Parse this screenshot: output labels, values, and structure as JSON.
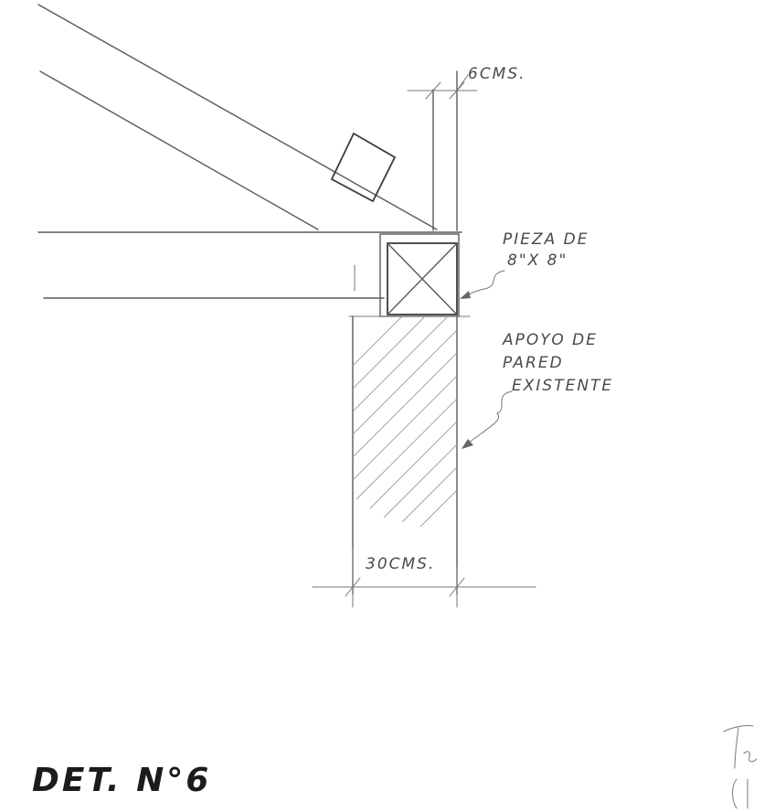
{
  "labels": {
    "dim_top": "6CMS.",
    "piece_line1": "PIEZA DE",
    "piece_line2": "8\"X 8\"",
    "support_line1": "APOYO DE",
    "support_line2": "PARED",
    "support_line3": "EXISTENTE",
    "dim_bottom": "30CMS.",
    "title": "DET. N°6"
  },
  "colors": {
    "ink": "#4a4a4a",
    "hatch": "#9a9a9a"
  }
}
